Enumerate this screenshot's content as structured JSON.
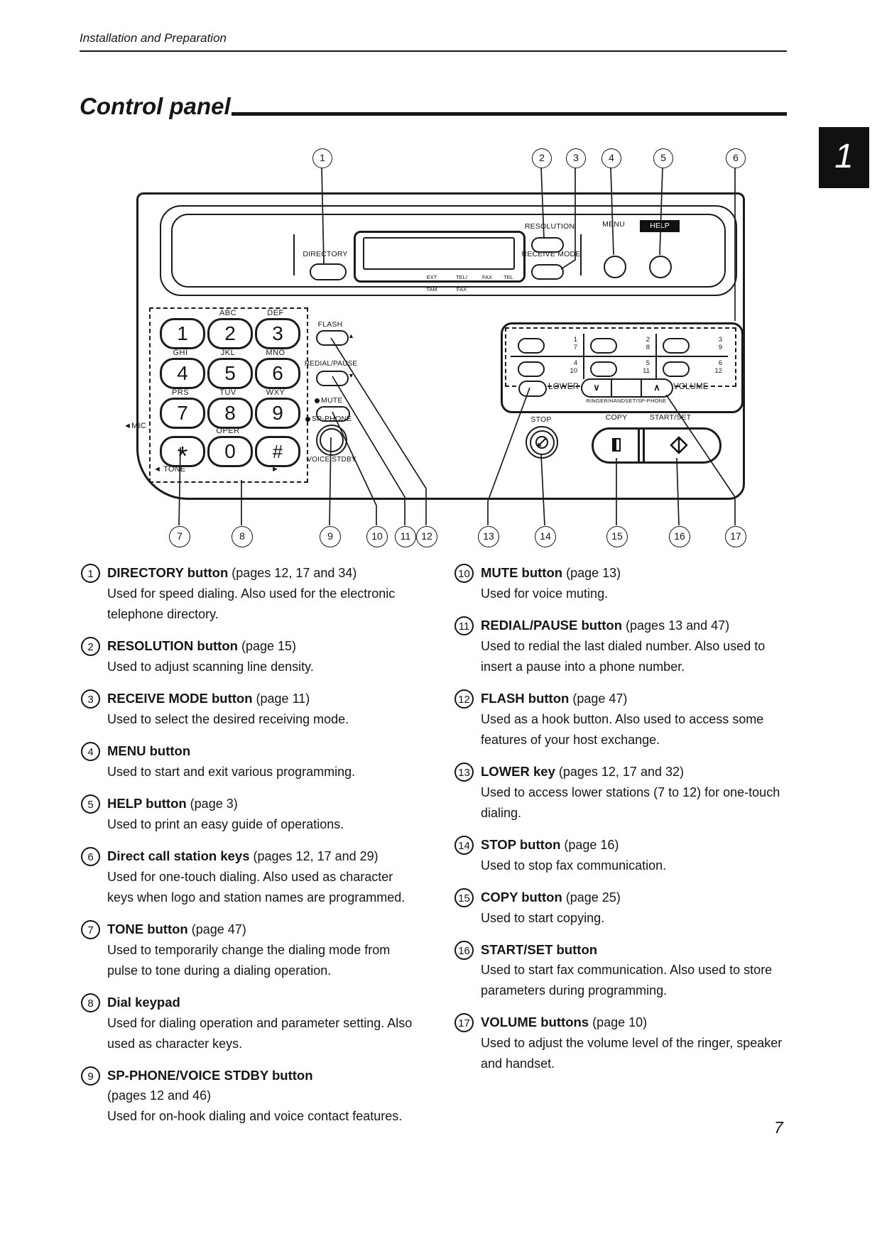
{
  "page": {
    "header": "Installation and Preparation",
    "title": "Control panel",
    "section_tab": "1",
    "page_number": "7"
  },
  "icons": {
    "arrow_left": "◄",
    "arrow_right": "►",
    "up_triangle": "▲",
    "down_triangle": "▼",
    "vol_down": "∨",
    "vol_up": "∧"
  },
  "diagram": {
    "labels": {
      "directory": "DIRECTORY",
      "resolution": "RESOLUTION",
      "receive_mode": "RECEIVE MODE",
      "menu": "MENU",
      "help": "HELP",
      "flash": "FLASH",
      "redial_pause": "REDIAL/PAUSE",
      "mute": "MUTE",
      "sp_phone": "SP-PHONE",
      "voice_stdby": "VOICE STDBY",
      "mic": "MIC",
      "tone": "TONE",
      "lower": "LOWER",
      "volume": "VOLUME",
      "ringer": "RINGER/HANDSET/SP-PHONE",
      "stop": "STOP",
      "copy": "COPY",
      "start_set": "START/SET"
    },
    "display": {
      "indicators": [
        {
          "top": "EXT",
          "bottom": "TAM"
        },
        {
          "top": "TEL/",
          "bottom": "FAX"
        },
        {
          "top": "FAX",
          "bottom": ""
        },
        {
          "top": "TEL",
          "bottom": ""
        }
      ]
    },
    "keypad": {
      "keys": [
        {
          "d": "1",
          "l": ""
        },
        {
          "d": "2",
          "l": "ABC"
        },
        {
          "d": "3",
          "l": "DEF"
        },
        {
          "d": "4",
          "l": "GHI"
        },
        {
          "d": "5",
          "l": "JKL"
        },
        {
          "d": "6",
          "l": "MNO"
        },
        {
          "d": "7",
          "l": "PRS"
        },
        {
          "d": "8",
          "l": "TUV"
        },
        {
          "d": "9",
          "l": "WXY"
        },
        {
          "d": "*",
          "l": ""
        },
        {
          "d": "0",
          "l": "OPER"
        },
        {
          "d": "#",
          "l": ""
        }
      ]
    },
    "onetouch": {
      "cells": [
        {
          "u": "1",
          "b": "7"
        },
        {
          "u": "2",
          "b": "8"
        },
        {
          "u": "3",
          "b": "9"
        },
        {
          "u": "4",
          "b": "10"
        },
        {
          "u": "5",
          "b": "11"
        },
        {
          "u": "6",
          "b": "12"
        }
      ]
    }
  },
  "callouts": [
    "1",
    "2",
    "3",
    "4",
    "5",
    "6",
    "7",
    "8",
    "9",
    "10",
    "11",
    "12",
    "13",
    "14",
    "15",
    "16",
    "17"
  ],
  "items_left": [
    {
      "num": "1",
      "title": "DIRECTORY button",
      "ref": " (pages 12, 17 and 34)",
      "desc": "Used for speed dialing. Also used for the electronic telephone directory."
    },
    {
      "num": "2",
      "title": "RESOLUTION button",
      "ref": " (page 15)",
      "desc": "Used to adjust scanning line density."
    },
    {
      "num": "3",
      "title": "RECEIVE MODE button",
      "ref": " (page 11)",
      "desc": "Used to select the desired receiving mode."
    },
    {
      "num": "4",
      "title": "MENU button",
      "ref": "",
      "desc": "Used to start and exit various programming."
    },
    {
      "num": "5",
      "title": "HELP button",
      "ref": " (page 3)",
      "desc": "Used to print an easy guide of operations."
    },
    {
      "num": "6",
      "title": "Direct call station keys",
      "ref": " (pages 12, 17 and 29)",
      "desc": "Used for one-touch dialing. Also used as character keys when logo and station names are programmed."
    },
    {
      "num": "7",
      "title": "TONE button",
      "ref": " (page 47)",
      "desc": "Used to temporarily change the dialing mode from pulse to tone during a dialing operation."
    },
    {
      "num": "8",
      "title": "Dial keypad",
      "ref": "",
      "desc": "Used for dialing operation and parameter setting. Also used as character keys."
    },
    {
      "num": "9",
      "title": "SP-PHONE/VOICE STDBY button",
      "ref": "",
      "refline": "(pages 12 and 46)",
      "desc": "Used for on-hook dialing and voice contact features."
    }
  ],
  "items_right": [
    {
      "num": "10",
      "title": "MUTE button",
      "ref": " (page 13)",
      "desc": "Used for voice muting."
    },
    {
      "num": "11",
      "title": "REDIAL/PAUSE button",
      "ref": " (pages 13 and 47)",
      "desc": "Used to redial the last dialed number. Also used to insert a pause into a phone number."
    },
    {
      "num": "12",
      "title": "FLASH button",
      "ref": " (page 47)",
      "desc": "Used as a hook button. Also used to access some features of your host exchange."
    },
    {
      "num": "13",
      "title": "LOWER key",
      "ref": " (pages 12, 17 and 32)",
      "desc": "Used to access lower stations (7 to 12) for one-touch dialing."
    },
    {
      "num": "14",
      "title": "STOP button",
      "ref": " (page 16)",
      "desc": "Used to stop fax communication."
    },
    {
      "num": "15",
      "title": "COPY button",
      "ref": " (page 25)",
      "desc": "Used to start copying."
    },
    {
      "num": "16",
      "title": "START/SET button",
      "ref": "",
      "desc": "Used to start fax communication. Also used to store parameters during programming."
    },
    {
      "num": "17",
      "title": "VOLUME buttons",
      "ref": " (page 10)",
      "desc": "Used to adjust the volume level of the ringer, speaker and handset."
    }
  ]
}
